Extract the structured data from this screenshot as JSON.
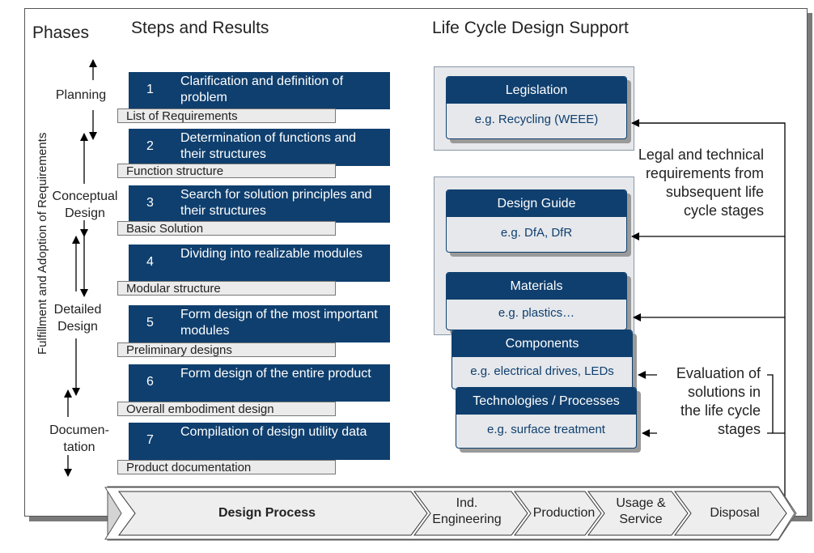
{
  "headers": {
    "phases": "Phases",
    "steps": "Steps and Results",
    "support": "Life Cycle Design Support"
  },
  "side_label": "Fulfillment and Adoption of Requirements",
  "phases": [
    "Planning",
    "Conceptual Design",
    "Detailed Design",
    "Documen-tation"
  ],
  "phase_lines": {
    "planning": "Planning",
    "conceptual_1": "Conceptual",
    "conceptual_2": "Design",
    "detailed_1": "Detailed",
    "detailed_2": "Design",
    "documentation_1": "Documen-",
    "documentation_2": "tation"
  },
  "steps": [
    {
      "num": "1",
      "text": "Clarification and definition of problem",
      "result": "List of Requirements"
    },
    {
      "num": "2",
      "text": "Determination of functions and their structures",
      "result": "Function structure"
    },
    {
      "num": "3",
      "text": "Search for solution principles and their structures",
      "result": "Basic Solution"
    },
    {
      "num": "4",
      "text": "Dividing into realizable modules",
      "result": "Modular structure"
    },
    {
      "num": "5",
      "text": "Form design of the most important modules",
      "result": "Preliminary designs"
    },
    {
      "num": "6",
      "text": "Form design of the entire product",
      "result": "Overall embodiment design"
    },
    {
      "num": "7",
      "text": "Compilation of design utility data",
      "result": "Product documentation"
    }
  ],
  "support_boxes": [
    {
      "title": "Legislation",
      "example": "e.g. Recycling (WEEE)"
    },
    {
      "title": "Design Guide",
      "example": "e.g. DfA, DfR"
    },
    {
      "title": "Materials",
      "example": "e.g. plastics…"
    },
    {
      "title": "Components",
      "example": "e.g. electrical drives, LEDs"
    },
    {
      "title": "Technologies / Processes",
      "example": "e.g. surface treatment"
    }
  ],
  "notes": {
    "legal_1": "Legal and technical",
    "legal_2": "requirements from",
    "legal_3": "subsequent life",
    "legal_4": "cycle stages",
    "eval_1": "Evaluation of",
    "eval_2": "solutions in",
    "eval_3": "the life cycle",
    "eval_4": "stages"
  },
  "process_bar": {
    "design_process": "Design Process",
    "ind_1": "Ind.",
    "ind_2": "Engineering",
    "production": "Production",
    "usage_1": "Usage &",
    "usage_2": "Service",
    "disposal": "Disposal"
  },
  "colors": {
    "step_fill": "#0f3f6e",
    "result_fill": "#ebebeb",
    "panel_fill": "#e6e8ec",
    "chevron_fill": "#eeeeee"
  }
}
